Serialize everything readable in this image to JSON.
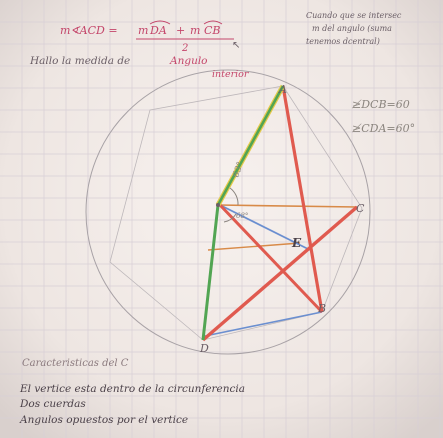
{
  "formula": {
    "lhs": "m∢ACD =",
    "num_a": "m",
    "arc_a": "DA",
    "plus": "+",
    "num_b": "m",
    "arc_b": "CB",
    "den": "2",
    "color": "#c4466a"
  },
  "instruction": {
    "line1": "Hallo la medida de",
    "line1_b": "Angulo",
    "line2": "interior"
  },
  "note_top_right": {
    "line1": "Cuando que se intersec",
    "line2": "m del angulo (suma",
    "line3": "tenemos dcentral)"
  },
  "right_notes": {
    "eq1": "≱DCB=60",
    "eq2": "≱CDA=60°"
  },
  "points": {
    "A": "A",
    "B": "B",
    "C": "C",
    "D": "D",
    "E": "E"
  },
  "angle_labels": {
    "a1": "63°",
    "a2": "68°"
  },
  "characteristics": {
    "heading": "Caracteristicas del C",
    "item1": "El vertice esta dentro de la circunferencia",
    "item2": "Dos cuerdas",
    "item3": "Angulos opuestos por el vertice"
  },
  "colors": {
    "paper": "#f3ece8",
    "ink": "#6a5e66",
    "pink_ink": "#c4466a",
    "red_marker": "#e05a4f",
    "green_marker": "#52a553",
    "yellow_marker": "#e6c94a",
    "blue_marker": "#6b8fd0",
    "orange_line": "#d88a48",
    "pencil": "#8b857f"
  }
}
